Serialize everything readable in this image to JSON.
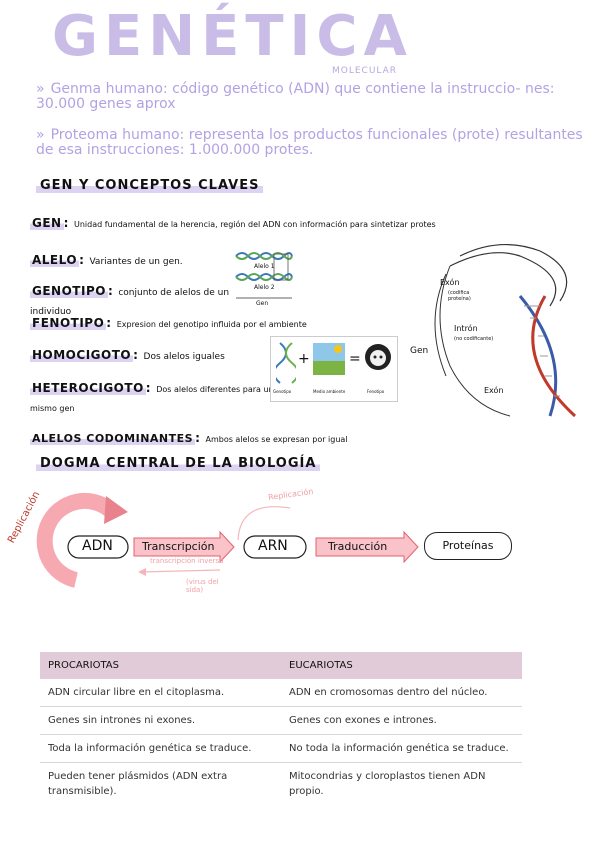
{
  "title": "GENÉTICA",
  "molecular_label": "MOLECULAR",
  "bullets": [
    {
      "arrow": "»",
      "text": "Genma humano: código genético (ADN) que contiene la instruccio- nes: 30.000 genes aprox"
    },
    {
      "arrow": "»",
      "text": "Proteoma humano: representa los productos funcionales (prote) resultantes de esa instrucciones: 1.000.000 protes."
    }
  ],
  "section1": {
    "heading": "GEN Y CONCEPTOS CLAVES"
  },
  "terms": {
    "gen": {
      "label": "GEN",
      "sep": ":",
      "text": "Unidad fundamental de la herencia, región del ADN con información para sintetizar protes"
    },
    "alelo": {
      "label": "ALELO",
      "sep": ":",
      "text": "Variantes de un gen."
    },
    "genotipo": {
      "label": "GENOTIPO",
      "sep": ":",
      "text": "conjunto de alelos de un individuo"
    },
    "fenotipo": {
      "label": "FENOTIPO",
      "sep": ":",
      "text": "Expresion del genotipo influida por el ambiente"
    },
    "homocigoto": {
      "label": "HOMOCIGOTO",
      "sep": ":",
      "text": "Dos alelos iguales"
    },
    "heterocigoto": {
      "label": "HETEROCIGOTO",
      "sep": ":",
      "text": "Dos alelos diferentes para un mismo gen"
    },
    "codominantes": {
      "label": "ALELOS CODOMINANTES",
      "sep": ":",
      "text": "Ambos alelos se expresan por igual"
    }
  },
  "allele_figure": {
    "alelo1": "Alelo 1",
    "alelo2": "Alelo 2",
    "gen": "Gen"
  },
  "phenotype_figure": {
    "genotipo": "Genotipo",
    "medio": "Medio ambiente",
    "fenotipo": "Fenotipo",
    "plus": "+",
    "equals": "="
  },
  "dna_figure": {
    "gen": "Gen",
    "exon1": "Exón",
    "exon1_note": "(codifica proteína)",
    "intron": "Intrón",
    "intron_note": "(no codificante)",
    "exon2": "Exón"
  },
  "section2": {
    "heading": "DOGMA CENTRAL DE LA BIOLOGÍA"
  },
  "dogma": {
    "replicacion": "Replicación",
    "adn": "ADN",
    "transcripcion": "Transcripción",
    "arn": "ARN",
    "traduccion": "Traducción",
    "proteinas": "Proteínas",
    "replicacion_arn": "Replicación",
    "transcripcion_inversa": "transcripción inversa",
    "virus_note": "(virus del sida)"
  },
  "table": {
    "headers": [
      "PROCARIOTAS",
      "EUCARIOTAS"
    ],
    "rows": [
      [
        "ADN circular libre en el citoplasma.",
        "ADN en cromosomas dentro del núcleo."
      ],
      [
        "Genes sin intrones ni exones.",
        "Genes con exones e intrones."
      ],
      [
        "Toda la información genética se traduce.",
        "No toda la información genética se traduce."
      ],
      [
        "Pueden tener plásmidos (ADN extra transmisible).",
        "Mitocondrias y cloroplastos tienen ADN propio."
      ]
    ]
  },
  "colors": {
    "lavender": "#c9bde8",
    "highlight": "#dcd3f3",
    "dogma_pink": "#f7a9b2",
    "dogma_red": "#e2616b",
    "table_header": "#e1cbd8"
  }
}
